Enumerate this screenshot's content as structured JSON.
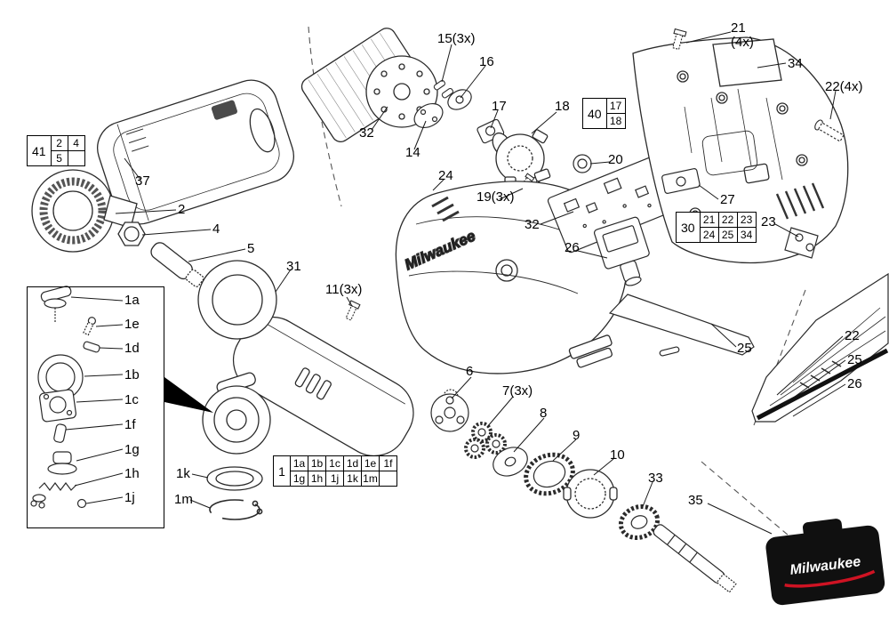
{
  "brand": {
    "name": "Milwaukee"
  },
  "callouts": {
    "c37": "37",
    "c2": "2",
    "c4": "4",
    "c5": "5",
    "c31": "31",
    "c11": "11(3x)",
    "c15": "15(3x)",
    "c16": "16",
    "c32_motor": "32",
    "c14": "14",
    "c17": "17",
    "c18": "18",
    "c20": "20",
    "c24": "24",
    "c19": "19(3x)",
    "c32_pcb": "32",
    "c26_switch": "26",
    "c21": "21",
    "c21_qty": "(4x)",
    "c34": "34",
    "c22_screws": "22(4x)",
    "c27": "27",
    "c23": "23",
    "c25_clip": "25",
    "c22_panel": "22",
    "c25_panel": "25",
    "c26_panel": "26",
    "c6": "6",
    "c7": "7(3x)",
    "c8": "8",
    "c9": "9",
    "c10": "10",
    "c33": "33",
    "c35": "35",
    "c1k": "1k",
    "c1m": "1m"
  },
  "inset": {
    "labels": {
      "l1a": "1a",
      "l1e": "1e",
      "l1d": "1d",
      "l1b": "1b",
      "l1c": "1c",
      "l1f": "1f",
      "l1g": "1g",
      "l1h": "1h",
      "l1j": "1j"
    }
  },
  "legend_boxes": {
    "box41": {
      "id": "41",
      "r1c1": "2",
      "r1c2": "4",
      "r2c1": "5"
    },
    "box40": {
      "id": "40",
      "r1": "17",
      "r2": "18"
    },
    "box30": {
      "id": "30",
      "r1": [
        "21",
        "22",
        "23"
      ],
      "r2": [
        "24",
        "25",
        "34"
      ]
    },
    "box1": {
      "id": "1",
      "r1": [
        "1a",
        "1b",
        "1c",
        "1d",
        "1e",
        "1f"
      ],
      "r2": [
        "1g",
        "1h",
        "1j",
        "1k",
        "1m"
      ]
    }
  }
}
